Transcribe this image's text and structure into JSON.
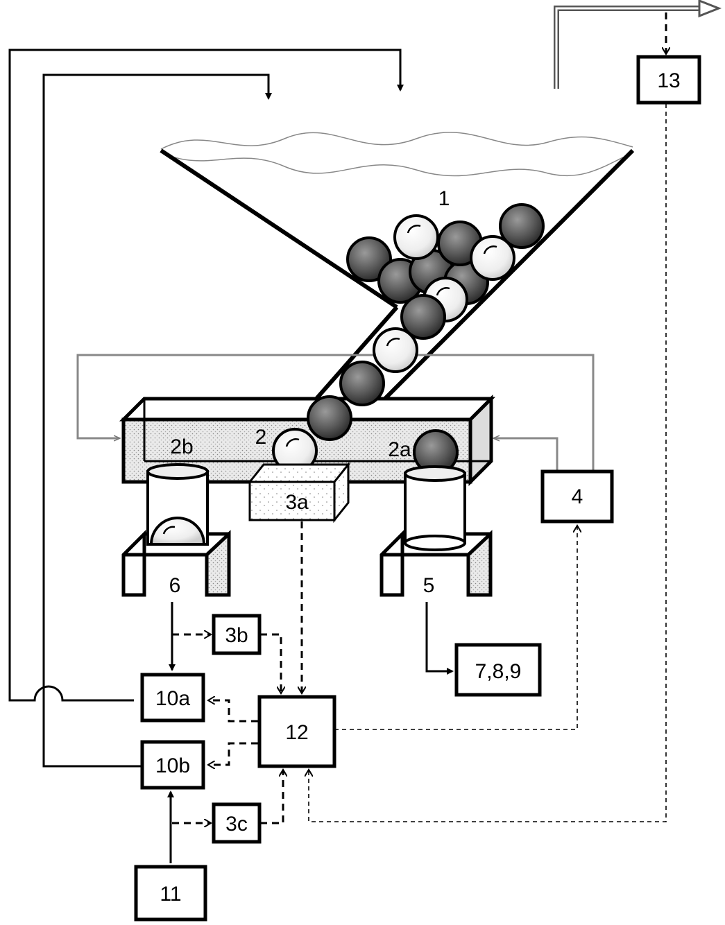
{
  "labels": {
    "hopper": "1",
    "chamber": "2",
    "chamber_a": "2a",
    "chamber_b": "2b",
    "sensor_a": "3a",
    "sensor_b": "3b",
    "sensor_c": "3c",
    "unit_4": "4",
    "outlet_5": "5",
    "outlet_6": "6",
    "unit_789": "7,8,9",
    "unit_10a": "10a",
    "unit_10b": "10b",
    "unit_11": "11",
    "unit_12": "12",
    "unit_13": "13"
  },
  "colors": {
    "line": "#000000",
    "grey_line": "#888888",
    "dark_ball": "#555555",
    "light_ball": "#f2f2f2",
    "stipple": "#d8d8d8"
  }
}
